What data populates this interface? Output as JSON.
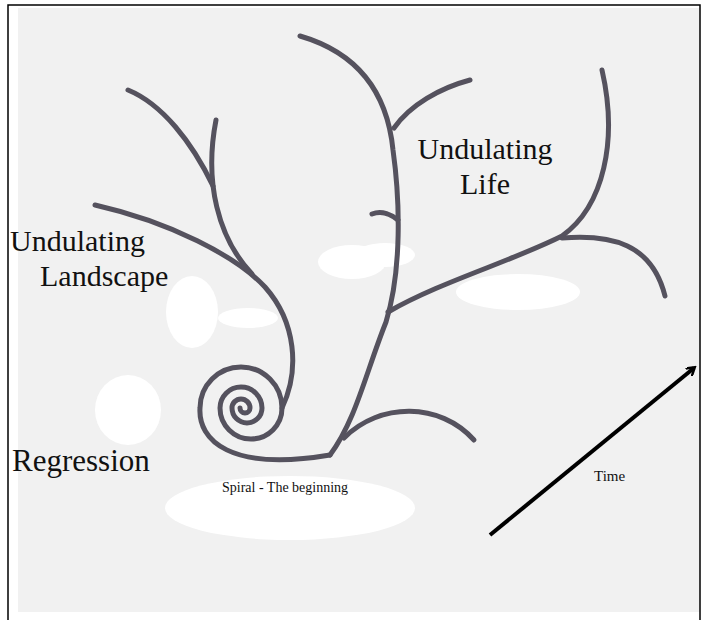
{
  "diagram": {
    "labels": [
      "Undulating Landscape",
      "Undulating Life",
      "Regression",
      "Spiral - The beginning",
      "Time"
    ]
  }
}
